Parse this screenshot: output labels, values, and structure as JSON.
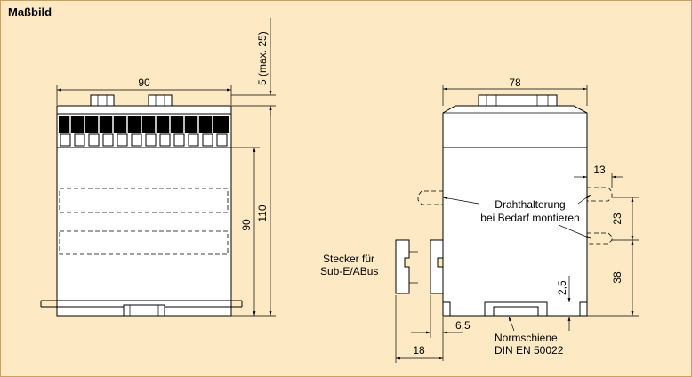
{
  "title": "Maßbild",
  "front_view": {
    "width_label": "90",
    "top_label": "5 (max. 25)",
    "height_outer_label": "110",
    "height_inner_label": "90"
  },
  "side_view": {
    "width_label": "78",
    "dim_13": "13",
    "dim_23": "23",
    "dim_38": "38",
    "dim_2_5": "2,5",
    "dim_6_5": "6,5",
    "dim_18": "18",
    "wire_holder_line1": "Drahthalterung",
    "wire_holder_line2": "bei Bedarf montieren",
    "plug_line1": "Stecker für",
    "plug_line2": "Sub-E/ABus",
    "rail_line1": "Normschiene",
    "rail_line2": "DIN EN 50022"
  }
}
